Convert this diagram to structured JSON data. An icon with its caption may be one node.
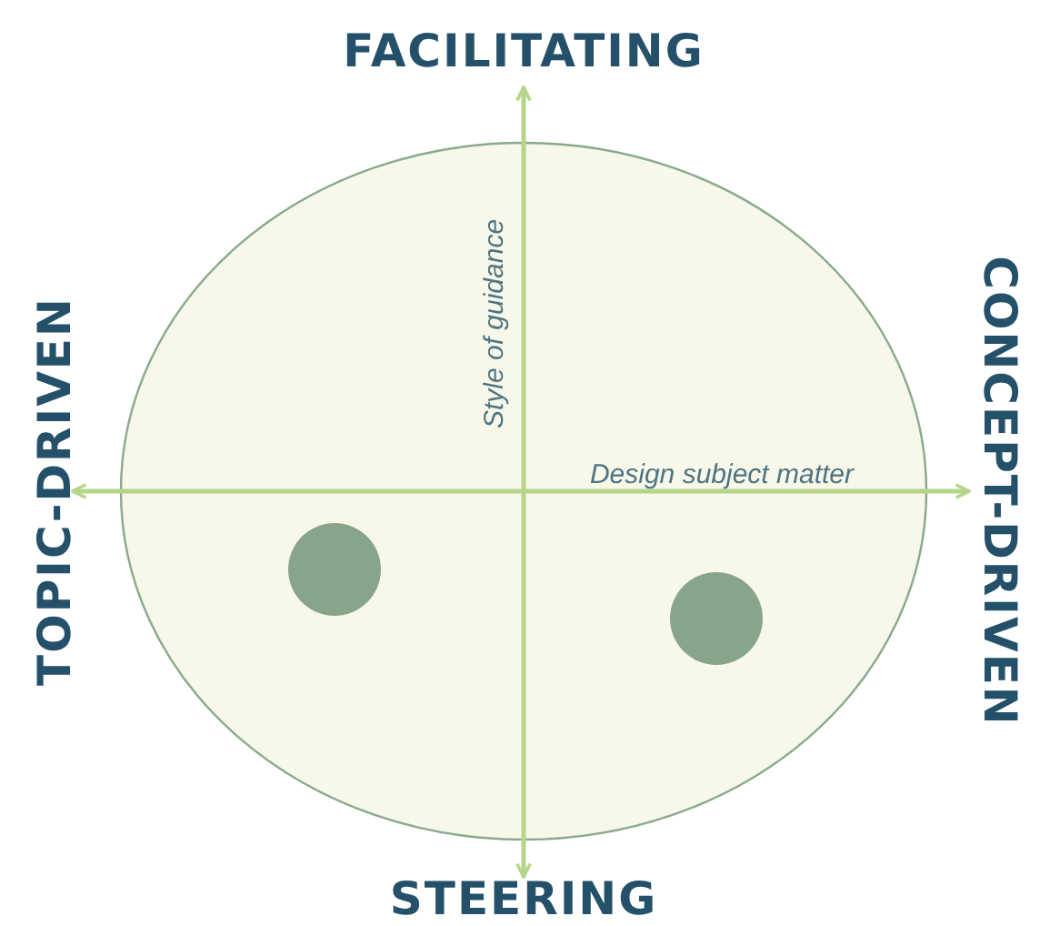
{
  "diagram": {
    "nodes": [
      {
        "text": [],
        "shape": "ellipse"
      },
      {
        "text": [],
        "shape": "circle",
        "in": 0
      },
      {
        "text": [],
        "shape": "circle",
        "in": 0
      }
    ],
    "labels": [
      "FACILITATING",
      "Style of guidance",
      "TOPIC-DRIVEN",
      "Design subject matter",
      "CONCEPT-DRIVEN",
      "STEERING"
    ]
  }
}
